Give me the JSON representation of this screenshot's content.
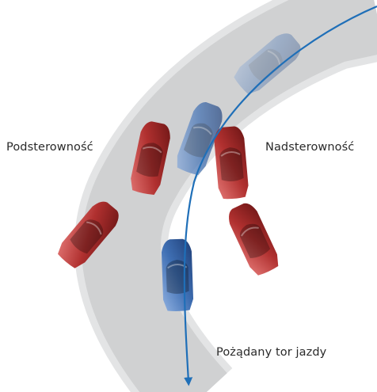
{
  "labels": {
    "understeer": "Podsterowność",
    "oversteer": "Nadsterowność",
    "desired_path": "Pożądany tor jazdy"
  },
  "colors": {
    "road": "#d0d1d2",
    "road_edge": "#e3e4e5",
    "path_line": "#1f6fb8",
    "blue_car": "#3f6fb3",
    "red_car": "#b0302f",
    "text": "#2a2a2a"
  },
  "cars": [
    {
      "role": "target-ghost",
      "color": "blue",
      "opacity": 0.35
    },
    {
      "role": "target",
      "color": "blue",
      "opacity": 0.7
    },
    {
      "role": "understeer-1",
      "color": "red",
      "opacity": 1
    },
    {
      "role": "understeer-2",
      "color": "red",
      "opacity": 1
    },
    {
      "role": "oversteer-1",
      "color": "red",
      "opacity": 1
    },
    {
      "role": "oversteer-2",
      "color": "red",
      "opacity": 1
    },
    {
      "role": "current",
      "color": "blue",
      "opacity": 1
    }
  ]
}
